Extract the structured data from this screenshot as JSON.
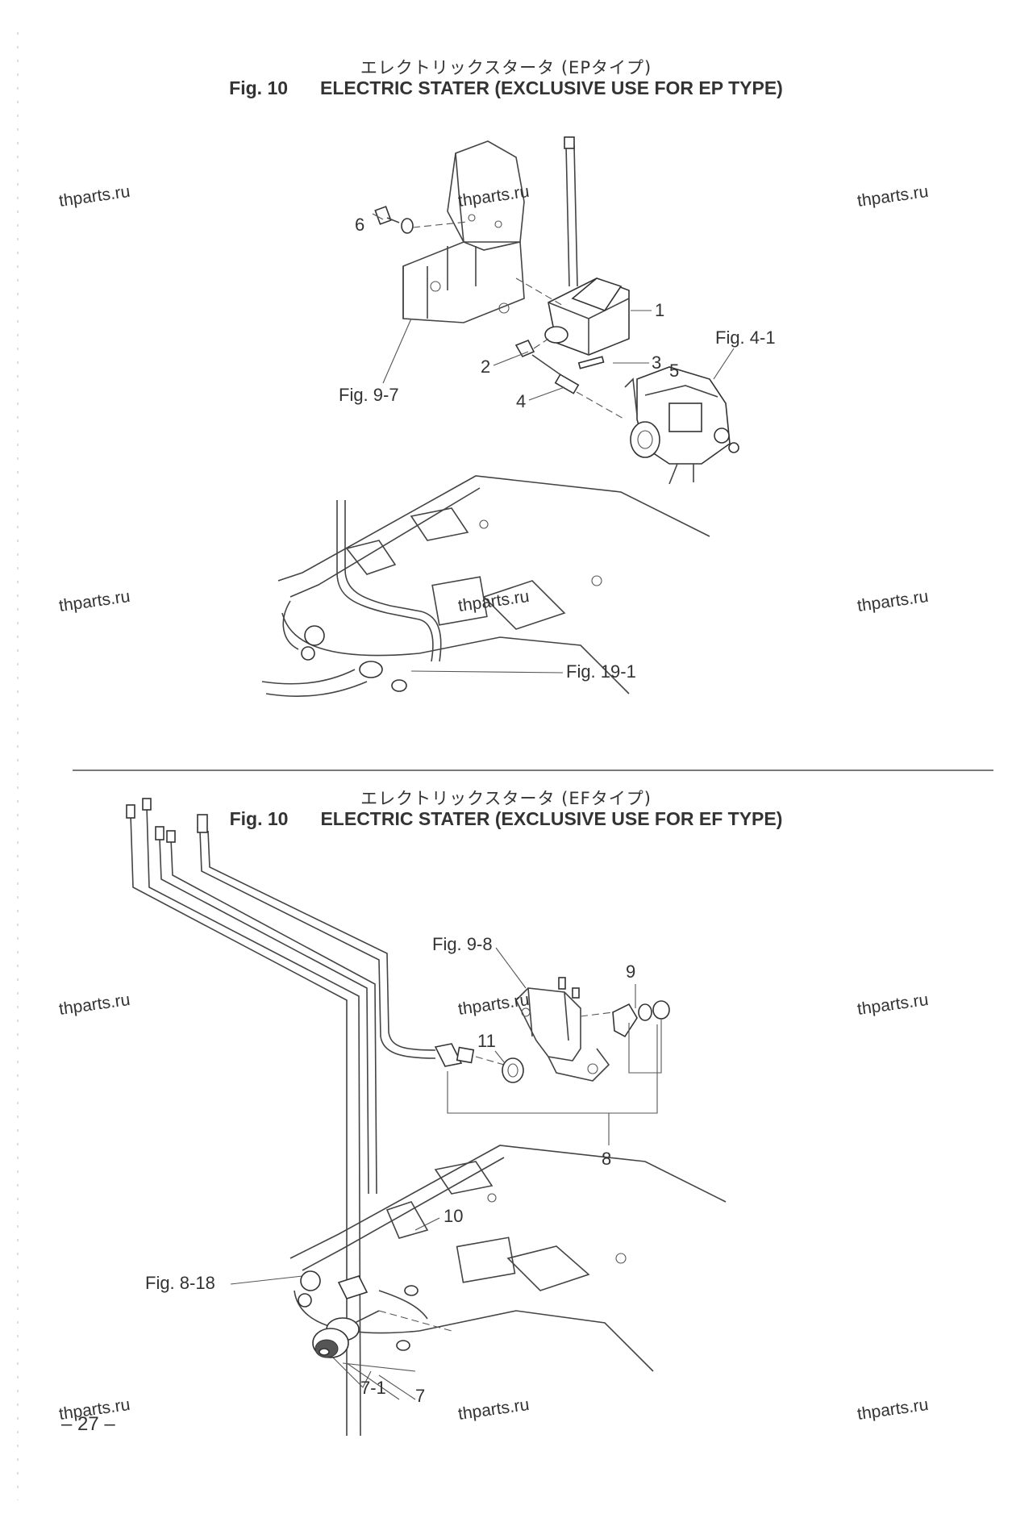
{
  "section_top": {
    "title_jp": "エレクトリックスタータ (EPタイプ)",
    "fig_label": "Fig. 10",
    "title_en": "ELECTRIC STATER (EXCLUSIVE USE FOR EP TYPE)",
    "labels": {
      "p1": "1",
      "p2": "2",
      "p3": "3",
      "p4": "4",
      "p5": "5",
      "p6": "6",
      "ref_fig4_1": "Fig. 4-1",
      "ref_fig9_7": "Fig. 9-7",
      "ref_fig19_1": "Fig. 19-1"
    }
  },
  "section_bottom": {
    "title_jp": "エレクトリックスタータ (EFタイプ)",
    "fig_label": "Fig. 10",
    "title_en": "ELECTRIC STATER (EXCLUSIVE USE FOR EF TYPE)",
    "labels": {
      "p7": "7",
      "p7_1": "7-1",
      "p8": "8",
      "p9": "9",
      "p10": "10",
      "p11": "11",
      "ref_fig9_8": "Fig. 9-8",
      "ref_fig8_18": "Fig. 8-18"
    }
  },
  "watermark": "thparts.ru",
  "page_number": "– 27 –"
}
